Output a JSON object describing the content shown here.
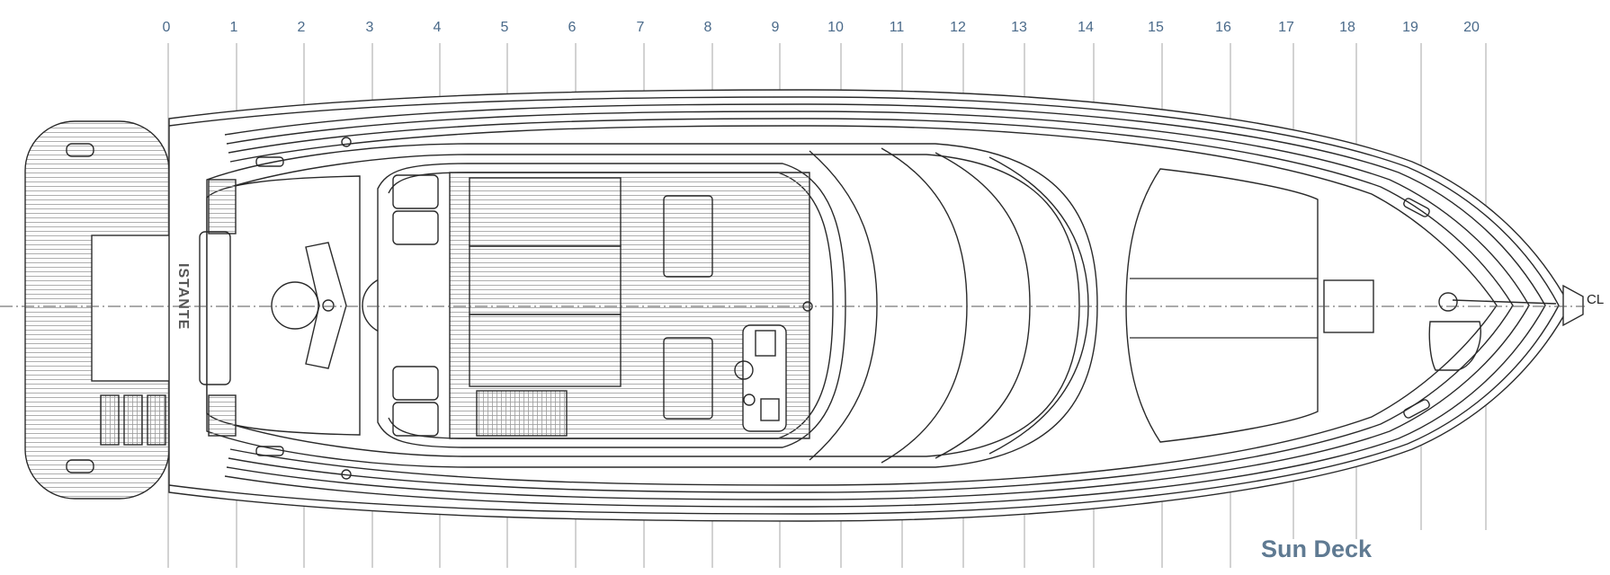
{
  "plan": {
    "stations": [
      "0",
      "1",
      "2",
      "3",
      "4",
      "5",
      "6",
      "7",
      "8",
      "9",
      "10",
      "11",
      "12",
      "13",
      "14",
      "15",
      "16",
      "17",
      "18",
      "19",
      "20"
    ],
    "centerline_label": "CL",
    "brand_name": "ISTANTE",
    "deck_title": "Sun Deck"
  },
  "colors": {
    "station_label": "#4a6a8a",
    "deck_title": "#5f7a92",
    "outline": "#2a2a2a",
    "frame_lines": "#b4b4b4"
  }
}
